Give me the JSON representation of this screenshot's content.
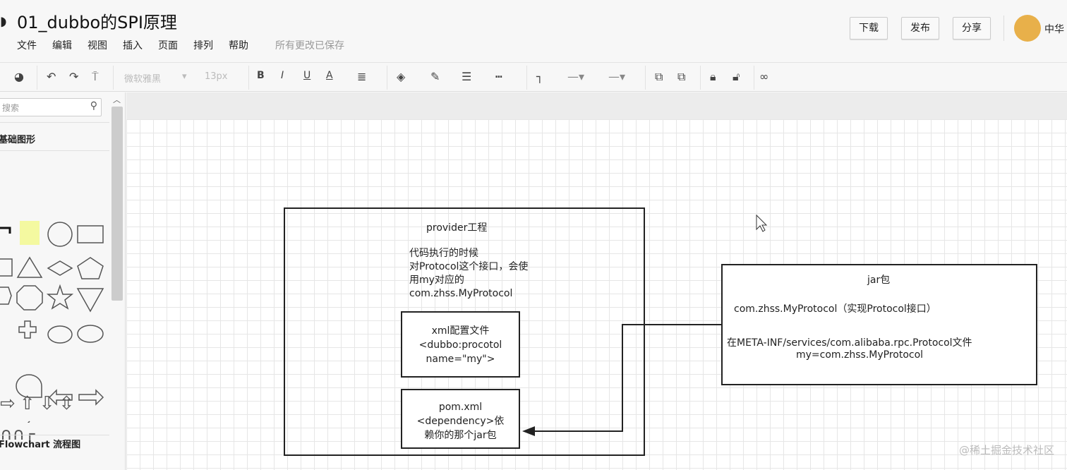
{
  "header": {
    "title": "01_dubbo的SPI原理",
    "menu": [
      "文件",
      "编辑",
      "视图",
      "插入",
      "页面",
      "排列",
      "帮助"
    ],
    "save_status": "所有更改已保存",
    "buttons": {
      "download": "下载",
      "publish": "发布",
      "share": "分享"
    },
    "user": "中华"
  },
  "toolbar": {
    "font": "微软雅黑",
    "font_size": "13px",
    "bold": "B",
    "italic": "I",
    "underline": "U",
    "font_color": "A"
  },
  "sidebar": {
    "search_placeholder": "搜索",
    "section_basic": "基础图形",
    "section_flowchart": "Flowchart 流程图"
  },
  "diagram": {
    "provider": {
      "title": "provider工程",
      "desc": [
        "代码执行的时候",
        "对Protocol这个接口，会使",
        "用my对应的",
        "com.zhss.MyProtocol"
      ],
      "xml": [
        "xml配置文件",
        "<dubbo:procotol",
        "name=\"my\">"
      ],
      "pom": [
        "pom.xml",
        "<dependency>依",
        "赖你的那个jar包"
      ]
    },
    "jar": {
      "title": "jar包",
      "impl": "com.zhss.MyProtocol（实现Protocol接口）",
      "meta": "在META-INF/services/com.alibaba.rpc.Protocol文件",
      "mapping": "my=com.zhss.MyProtocol"
    }
  },
  "watermark": "@稀土掘金技术社区"
}
